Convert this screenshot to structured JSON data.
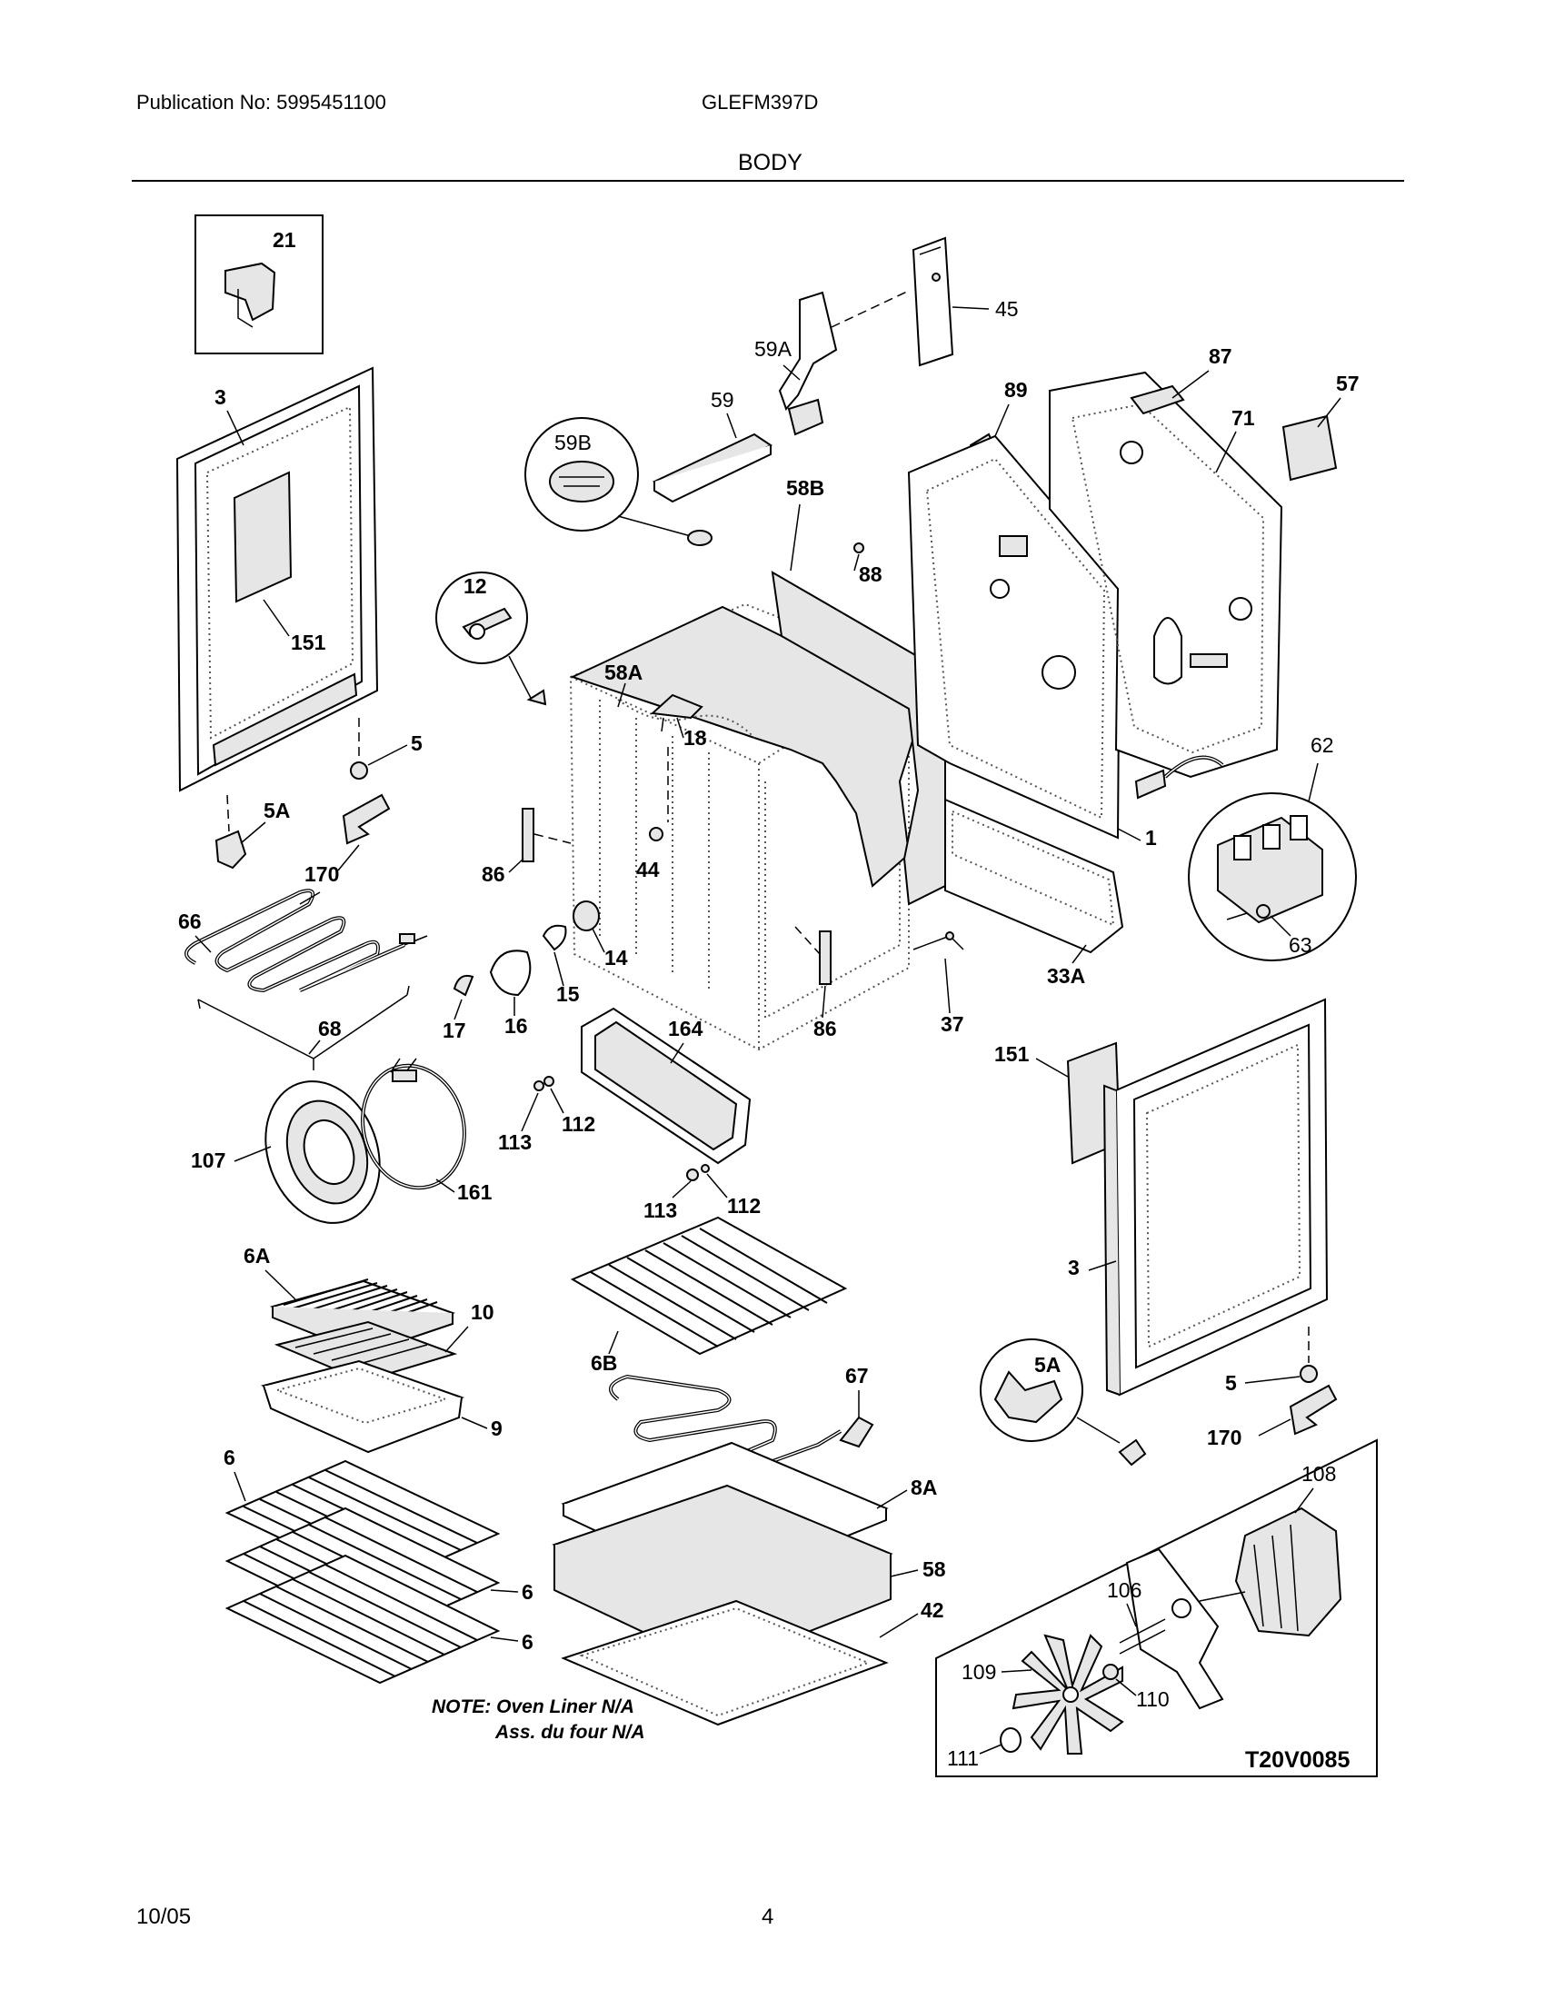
{
  "header": {
    "publication": "Publication No: 5995451100",
    "model": "GLEFM397D",
    "section": "BODY"
  },
  "footer": {
    "date": "10/05",
    "page": "4"
  },
  "diagram": {
    "note_line1": "NOTE: Oven Liner N/A",
    "note_line2": "Ass. du four N/A",
    "drawing_code": "T20V0085",
    "callouts": {
      "c21": "21",
      "c3_left": "3",
      "c151_left": "151",
      "c5_left": "5",
      "c5A_left": "5A",
      "c170_left": "170",
      "c66": "66",
      "c68": "68",
      "c107": "107",
      "c161": "161",
      "c6A": "6A",
      "c10": "10",
      "c9": "9",
      "c6_top": "6",
      "c6_mid": "6",
      "c6_bot": "6",
      "c59B": "59B",
      "c12": "12",
      "c58A": "58A",
      "c18": "18",
      "c86_left": "86",
      "c44": "44",
      "c14": "14",
      "c15": "15",
      "c16": "16",
      "c17": "17",
      "c164": "164",
      "c113_a": "113",
      "c112_a": "112",
      "c113_b": "113",
      "c112_b": "112",
      "c6B": "6B",
      "c67": "67",
      "c8A": "8A",
      "c58": "58",
      "c42": "42",
      "c59A": "59A",
      "c59": "59",
      "c45": "45",
      "c58B": "58B",
      "c88": "88",
      "c89": "89",
      "c87": "87",
      "c57": "57",
      "c71": "71",
      "c1": "1",
      "c62": "62",
      "c63": "63",
      "c33A": "33A",
      "c37": "37",
      "c86_right": "86",
      "c151_right": "151",
      "c3_right": "3",
      "c5_right": "5",
      "c5A_right": "5A",
      "c170_right": "170",
      "c108": "108",
      "c106": "106",
      "c109": "109",
      "c110": "110",
      "c111": "111"
    }
  }
}
